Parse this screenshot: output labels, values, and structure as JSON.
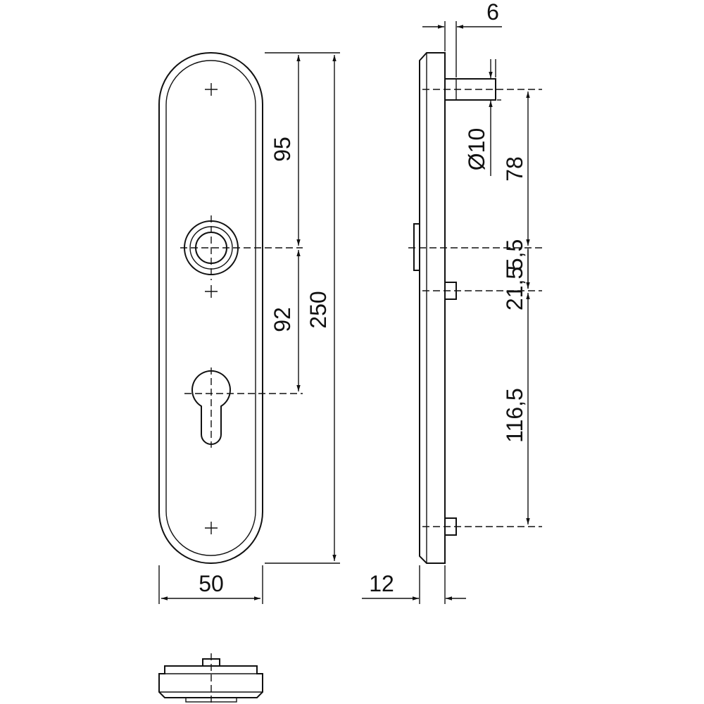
{
  "dimensions": {
    "d6": "6",
    "d95": "95",
    "dia10": "Ø10",
    "d78": "78",
    "d5_5": "5,5",
    "d21_5": "21,5",
    "d92": "92",
    "d250": "250",
    "d116_5": "116,5",
    "d50": "50",
    "d12": "12"
  },
  "colors": {
    "line": "#111111",
    "background": "#ffffff"
  }
}
